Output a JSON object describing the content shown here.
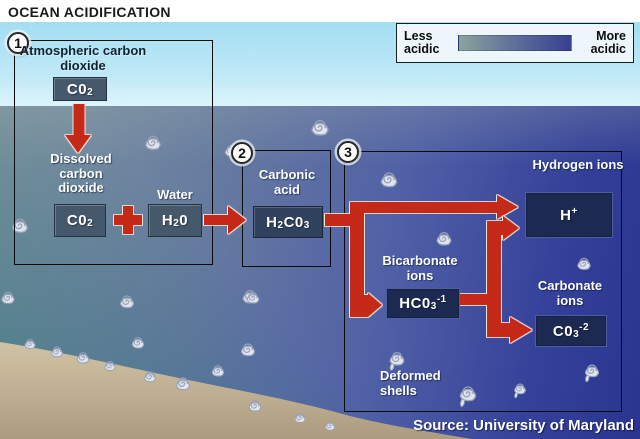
{
  "title": "OCEAN ACIDIFICATION",
  "legend": {
    "less_label": "Less acidic",
    "more_label": "More acidic",
    "gradient_left": "#8ba39c",
    "gradient_right": "#374090"
  },
  "steps": [
    "1",
    "2",
    "3"
  ],
  "labels": {
    "atmospheric": "Atmospheric carbon dioxide",
    "dissolved": "Dissolved carbon dioxide",
    "water": "Water",
    "carbonic": "Carbonic acid",
    "bicarbonate": "Bicarbonate ions",
    "hydrogen": "Hydrogen ions",
    "carbonate": "Carbonate ions",
    "deformed": "Deformed shells"
  },
  "formulas": {
    "co2_atmospheric": [
      [
        "t",
        "C0"
      ],
      [
        "sub",
        "2"
      ]
    ],
    "co2_dissolved": [
      [
        "t",
        "C0"
      ],
      [
        "sub",
        "2"
      ]
    ],
    "h2o": [
      [
        "t",
        "H"
      ],
      [
        "sub",
        "2"
      ],
      [
        "t",
        "0"
      ]
    ],
    "h2co3": [
      [
        "t",
        "H"
      ],
      [
        "sub",
        "2"
      ],
      [
        "t",
        "C0"
      ],
      [
        "sub",
        "3"
      ]
    ],
    "hco3": [
      [
        "t",
        "HC0"
      ],
      [
        "sub",
        "3"
      ],
      [
        "sup",
        "-1"
      ]
    ],
    "h_plus": [
      [
        "t",
        "H"
      ],
      [
        "sup",
        "+"
      ]
    ],
    "co3": [
      [
        "t",
        "C0"
      ],
      [
        "sub",
        "3"
      ],
      [
        "sup",
        "-2"
      ]
    ]
  },
  "operators": {
    "plus": "+"
  },
  "source": "Source: University of Maryland",
  "colors": {
    "arrow_red": "#c42a17",
    "chip_slate": "#46586b",
    "chip_navy": "#1c2951",
    "frame_black": "#0b0b0b",
    "sky_blue": "#a3def2",
    "ocean_deep_blue": "#2a3590",
    "sand_tan": "#c4b497"
  },
  "icons": {
    "shell": "spiral-shell-icon",
    "deformed_shell": "deformed-spiral-shell-icon"
  }
}
